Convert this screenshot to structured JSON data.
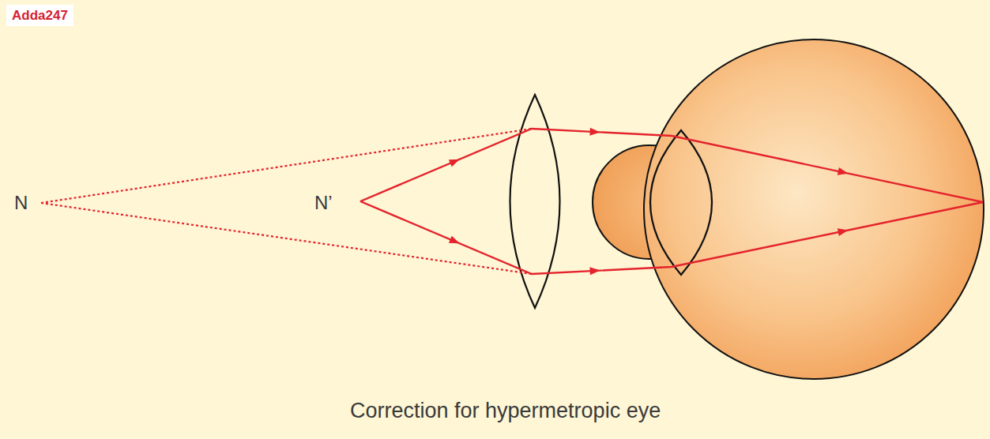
{
  "diagram": {
    "caption": "Correction for hypermetropic eye",
    "labels": [
      "Adda247",
      "N",
      "N’"
    ]
  }
}
